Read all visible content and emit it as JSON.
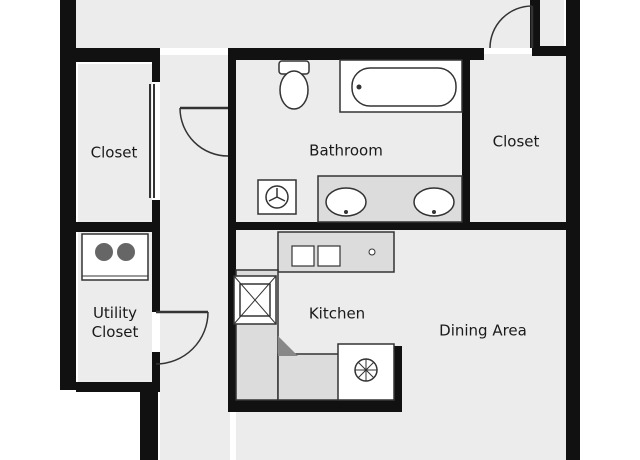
{
  "floor_plan": {
    "rooms": [
      {
        "id": "closet-left",
        "label": "Closet"
      },
      {
        "id": "bathroom",
        "label": "Bathroom"
      },
      {
        "id": "closet-right",
        "label": "Closet"
      },
      {
        "id": "utility-closet",
        "label_line1": "Utility",
        "label_line2": "Closet"
      },
      {
        "id": "kitchen",
        "label": "Kitchen"
      },
      {
        "id": "dining-area",
        "label": "Dining Area"
      }
    ],
    "colors": {
      "background": "#ffffff",
      "room_fill": "#ececec",
      "wall": "#111111",
      "fixture_fill": "#ffffff",
      "fixture_stroke": "#333333",
      "counter_fill": "#dcdcdc"
    }
  }
}
